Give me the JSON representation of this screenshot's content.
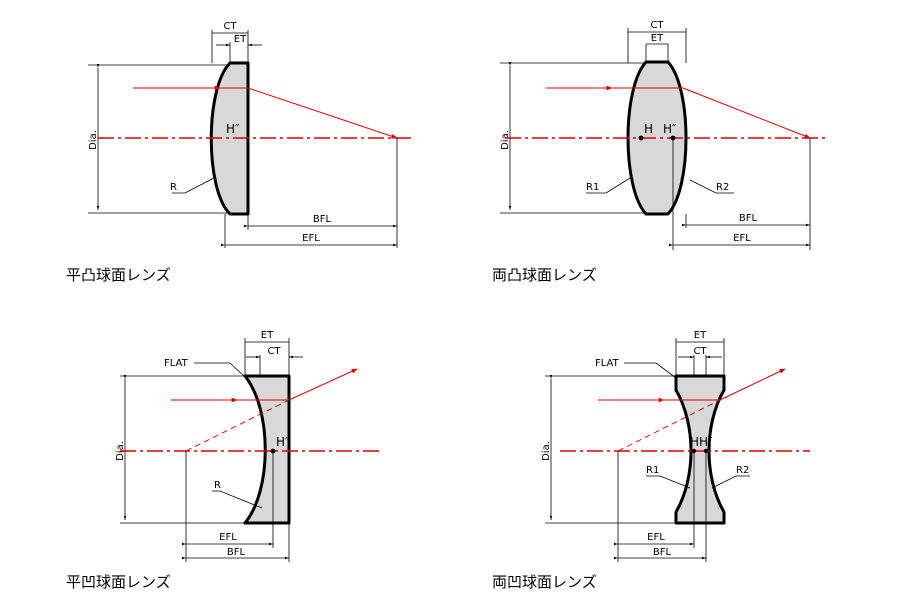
{
  "panels": {
    "plano_convex": {
      "caption": "平凸球面レンズ",
      "dims": {
        "ct": "CT",
        "et": "ET",
        "dia": "Dia.",
        "bfl": "BFL",
        "efl": "EFL"
      },
      "radius": "R",
      "principal": "H″"
    },
    "bi_convex": {
      "caption": "両凸球面レンズ",
      "dims": {
        "ct": "CT",
        "et": "ET",
        "dia": "Dia.",
        "bfl": "BFL",
        "efl": "EFL"
      },
      "radius1": "R1",
      "radius2": "R2",
      "principal1": "H",
      "principal2": "H″"
    },
    "plano_concave": {
      "caption": "平凹球面レンズ",
      "dims": {
        "et": "ET",
        "ct": "CT",
        "dia": "Dia.",
        "efl": "EFL",
        "bfl": "BFL"
      },
      "flat": "FLAT",
      "radius": "R",
      "principal": "H″"
    },
    "bi_concave": {
      "caption": "両凹球面レンズ",
      "dims": {
        "et": "ET",
        "ct": "CT",
        "dia": "Dia.",
        "efl": "EFL",
        "bfl": "BFL"
      },
      "flat": "FLAT",
      "radius1": "R1",
      "radius2": "R2",
      "principal": "HH″"
    }
  },
  "colors": {
    "ray": "#e00000",
    "lens_fill": "#d8d8d8",
    "outline": "#000000"
  }
}
